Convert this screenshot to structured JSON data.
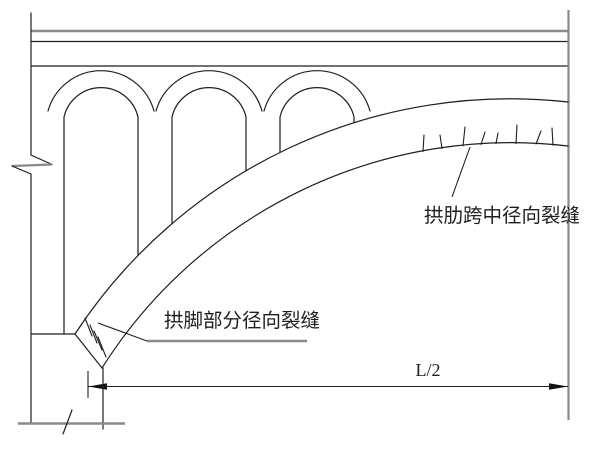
{
  "drawing": {
    "type": "engineering-diagram",
    "subject": "arch-bridge-crack-sketch",
    "annotations": {
      "midspan_crack_label": "拱肋跨中径向裂缝",
      "foot_crack_label": "拱脚部分径向裂缝"
    },
    "dimension": {
      "label": "L/2"
    },
    "cracks": {
      "midspan_radial_tick_count": 8,
      "foot_radial_tick_count": 4
    },
    "colors": {
      "background": "#ffffff",
      "line": "#1f1f1f",
      "gray_line": "#8a8a8a",
      "text": "#1f1f1f"
    }
  }
}
